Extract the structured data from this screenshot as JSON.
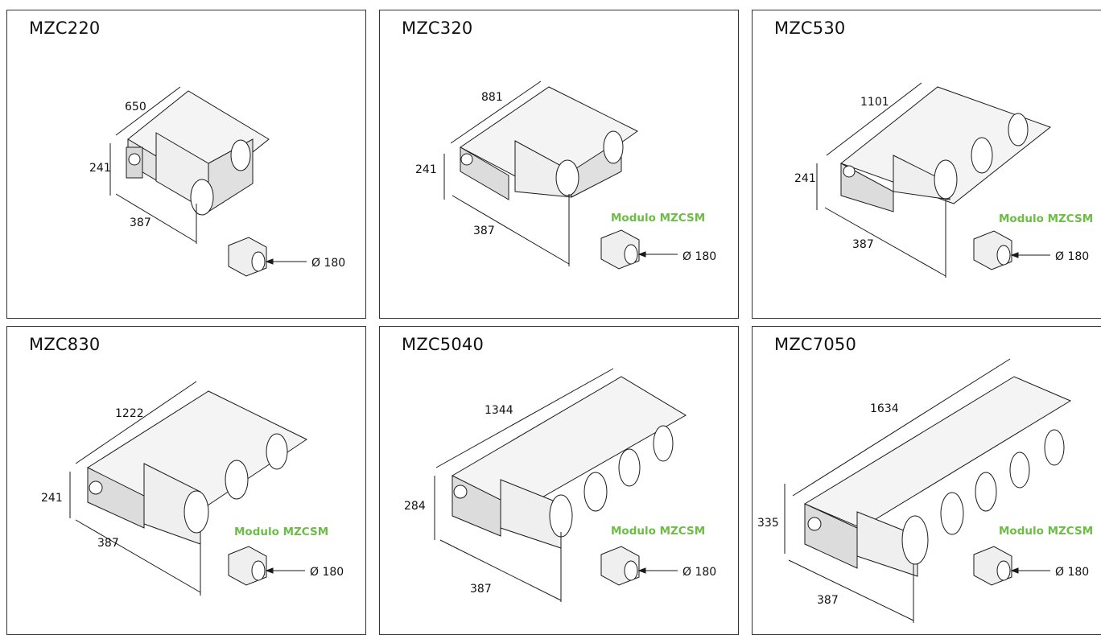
{
  "colors": {
    "accent": "#6cbd45",
    "frame": "#333333",
    "line": "#1a1a1a",
    "box_fill": "#eeeeee",
    "side_fill": "#dcdcdc"
  },
  "panels": [
    {
      "title": "MZC220",
      "width_label": "650",
      "height_label": "241",
      "depth_label": "387",
      "module_label": "",
      "diameter_label": "Ø 180",
      "outlets": 2
    },
    {
      "title": "MZC320",
      "width_label": "881",
      "height_label": "241",
      "depth_label": "387",
      "module_label": "Modulo MZCSM",
      "diameter_label": "Ø 180",
      "outlets": 2
    },
    {
      "title": "MZC530",
      "width_label": "1101",
      "height_label": "241",
      "depth_label": "387",
      "module_label": "Modulo MZCSM",
      "diameter_label": "Ø 180",
      "outlets": 3
    },
    {
      "title": "MZC830",
      "width_label": "1222",
      "height_label": "241",
      "depth_label": "387",
      "module_label": "Modulo MZCSM",
      "diameter_label": "Ø 180",
      "outlets": 3
    },
    {
      "title": "MZC5040",
      "width_label": "1344",
      "height_label": "284",
      "depth_label": "387",
      "module_label": "Modulo MZCSM",
      "diameter_label": "Ø 180",
      "outlets": 4
    },
    {
      "title": "MZC7050",
      "width_label": "1634",
      "height_label": "335",
      "depth_label": "387",
      "module_label": "Modulo MZCSM",
      "diameter_label": "Ø 180",
      "outlets": 5
    }
  ]
}
